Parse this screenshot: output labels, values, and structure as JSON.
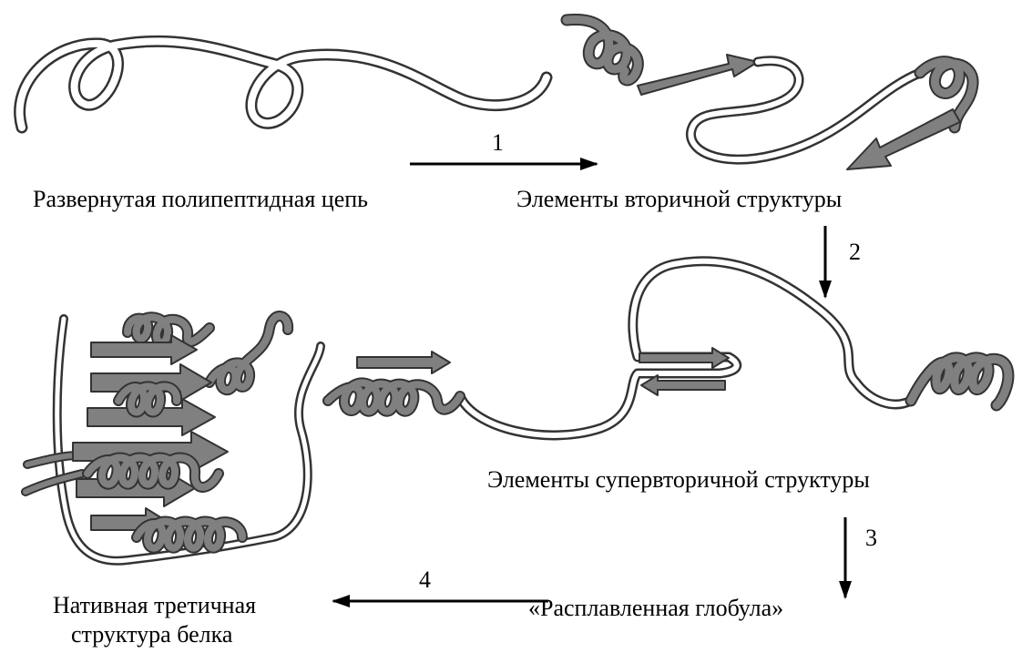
{
  "labels": {
    "unfolded_chain": "Развернутая полипептидная цепь",
    "secondary_elements": "Элементы вторичной структуры",
    "supersecondary_elements": "Элементы супервторичной структуры",
    "molten_globule": "«Расплавленная глобула»",
    "native_line1": "Нативная третичная",
    "native_line2": "структура белка"
  },
  "steps": [
    "1",
    "2",
    "3",
    "4"
  ],
  "colors": {
    "ribbon_gray": "#7f7f7f",
    "ribbon_dark": "#333333",
    "ribbon_light": "#ffffff",
    "arrow": "#000000"
  }
}
